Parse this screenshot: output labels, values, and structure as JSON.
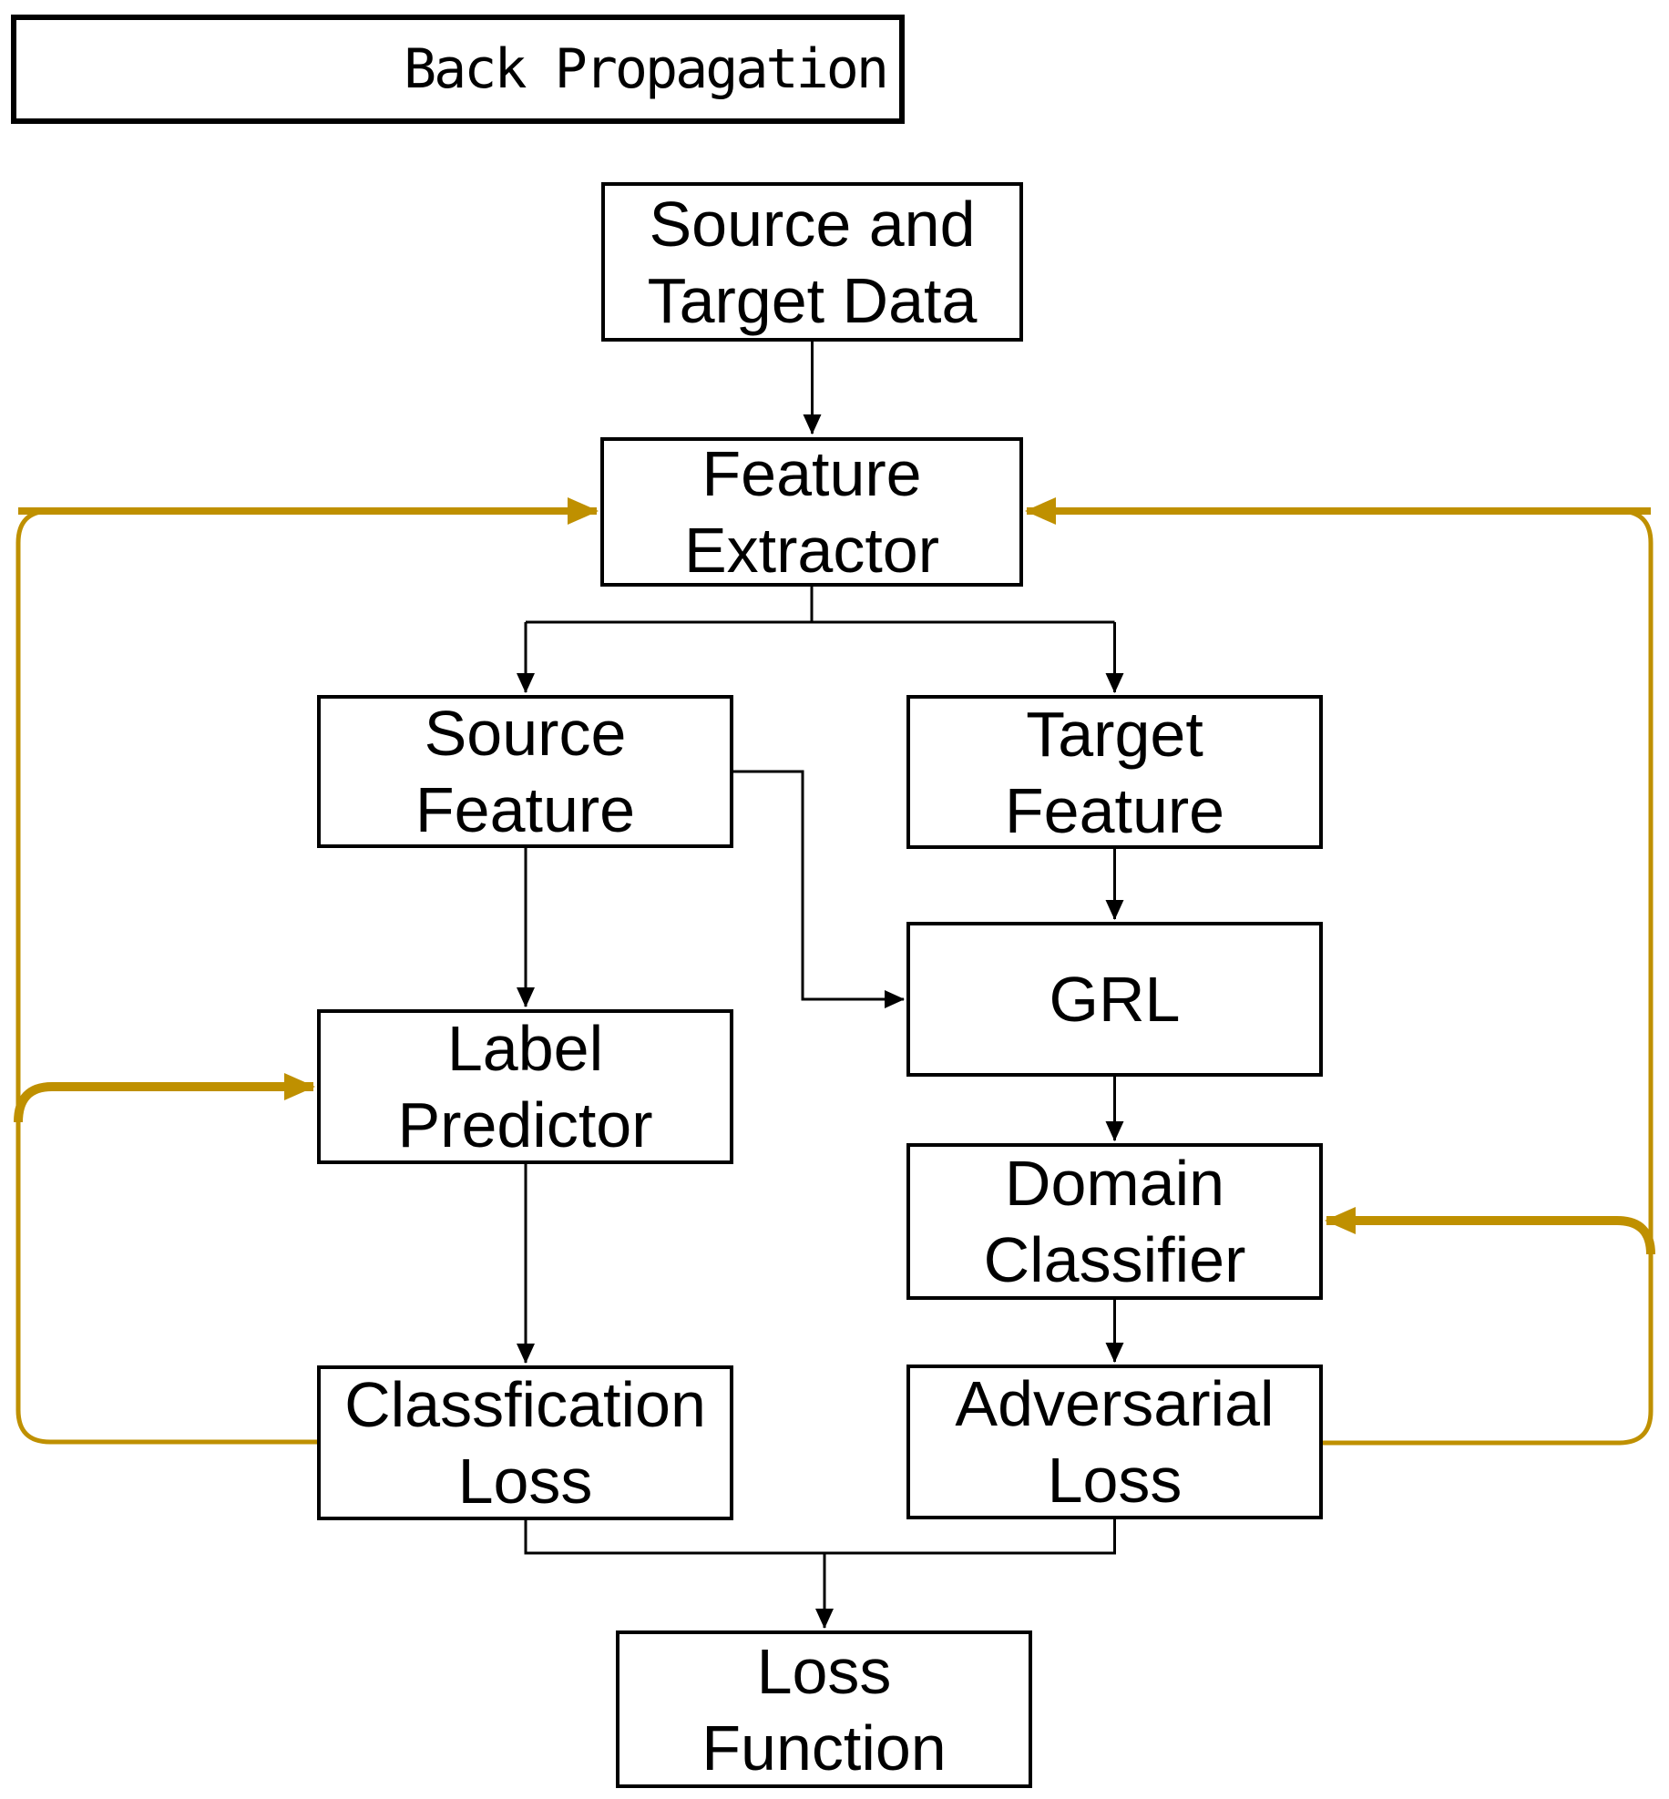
{
  "colors": {
    "back_propagation_gold": "#BF9000",
    "line_black": "#000000",
    "box_border": "#000000",
    "background": "#FFFFFF",
    "text": "#000000"
  },
  "legend": {
    "label": "Back Propagation",
    "arrow_icon": "gold-right-arrow"
  },
  "nodes": {
    "source_target_data": {
      "lines": [
        "Source and",
        "Target Data"
      ]
    },
    "feature_extractor": {
      "lines": [
        "Feature",
        "Extractor"
      ]
    },
    "source_feature": {
      "lines": [
        "Source",
        "Feature"
      ]
    },
    "target_feature": {
      "lines": [
        "Target",
        "Feature"
      ]
    },
    "grl": {
      "lines": [
        "GRL"
      ]
    },
    "label_predictor": {
      "lines": [
        "Label",
        "Predictor"
      ]
    },
    "domain_classifier": {
      "lines": [
        "Domain",
        "Classifier"
      ]
    },
    "classfication_loss": {
      "lines": [
        "Classfication",
        "Loss"
      ]
    },
    "adversarial_loss": {
      "lines": [
        "Adversarial",
        "Loss"
      ]
    },
    "loss_function": {
      "lines": [
        "Loss",
        "Function"
      ]
    }
  },
  "edges": {
    "forward": [
      "source_target_data -> feature_extractor",
      "feature_extractor -> source_feature",
      "feature_extractor -> target_feature",
      "source_feature -> label_predictor",
      "source_feature -> grl",
      "target_feature -> grl",
      "grl -> domain_classifier",
      "label_predictor -> classfication_loss",
      "domain_classifier -> adversarial_loss",
      "classfication_loss -> loss_function",
      "adversarial_loss -> loss_function"
    ],
    "back_propagation": [
      "classfication_loss -> feature_extractor",
      "classfication_loss -> label_predictor",
      "adversarial_loss -> feature_extractor",
      "adversarial_loss -> domain_classifier"
    ]
  }
}
